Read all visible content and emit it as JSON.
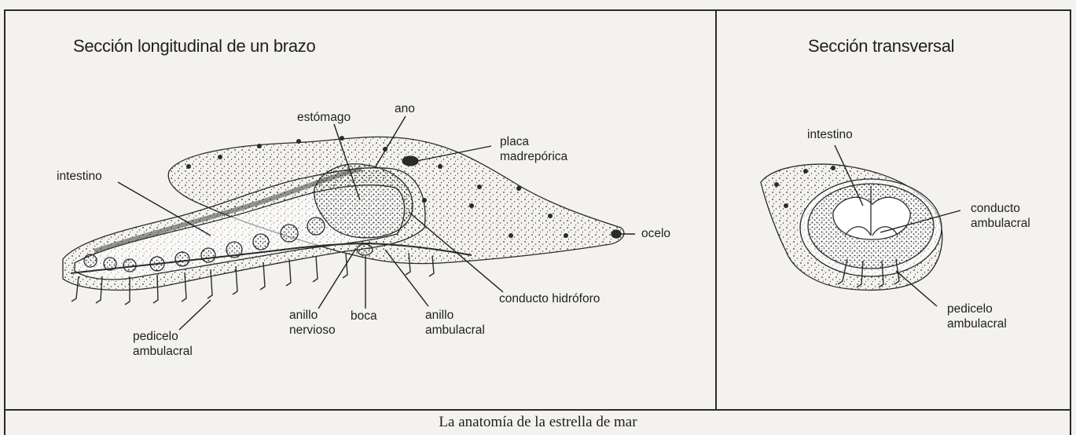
{
  "titles": {
    "left": "Sección longitudinal de un brazo",
    "right": "Sección transversal"
  },
  "caption": "La anatomía de la estrella de mar",
  "labels_left": {
    "estomago": "estómago",
    "ano": "ano",
    "placa": [
      "placa",
      "madrepórica"
    ],
    "intestino": "intestino",
    "ocelo": "ocelo",
    "conducto_hidroforo": "conducto hidróforo",
    "anillo_nervioso": [
      "anillo",
      "nervioso"
    ],
    "boca": "boca",
    "anillo_ambulacral": [
      "anillo",
      "ambulacral"
    ],
    "pedicelo": [
      "pedicelo",
      "ambulacral"
    ]
  },
  "labels_right": {
    "intestino": "intestino",
    "conducto": [
      "conducto",
      "ambulacral"
    ],
    "pedicelo": [
      "pedicelo",
      "ambulacral"
    ]
  }
}
